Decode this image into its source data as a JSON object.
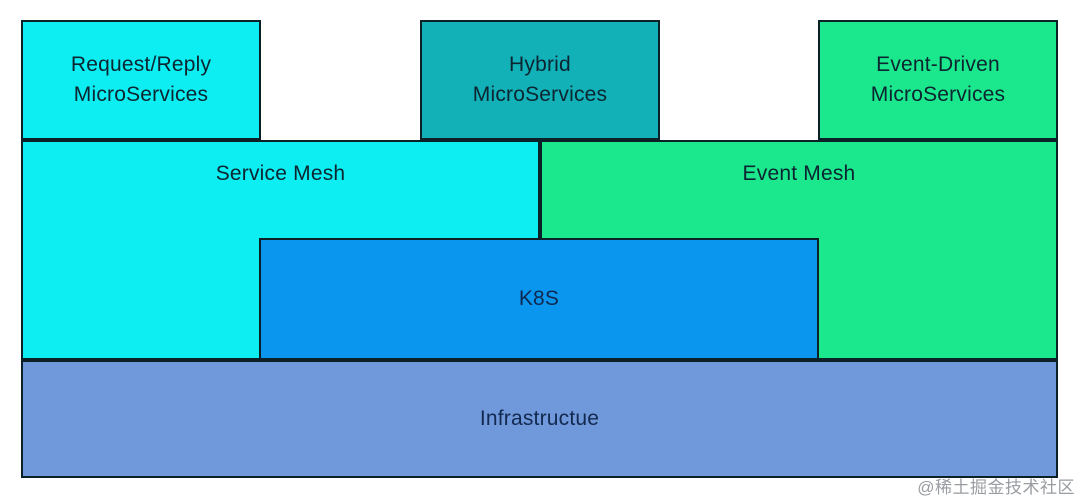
{
  "diagram": {
    "border_color": "#0c2028",
    "background_color": "#ffffff",
    "layers": {
      "microservices": [
        {
          "name": "request-reply-microservices",
          "label": "Request/Reply\nMicroServices",
          "color": "#0ceef2"
        },
        {
          "name": "hybrid-microservices",
          "label": "Hybrid\nMicroServices",
          "color": "#12b1b8"
        },
        {
          "name": "event-driven-microservices",
          "label": "Event-Driven\nMicroServices",
          "color": "#1be88d"
        }
      ],
      "mesh": [
        {
          "name": "service-mesh",
          "label": "Service Mesh",
          "color": "#0ceef2"
        },
        {
          "name": "event-mesh",
          "label": "Event Mesh",
          "color": "#1be88d"
        }
      ],
      "platform": {
        "name": "k8s",
        "label": "K8S",
        "color": "#0a96ef"
      },
      "infrastructure": {
        "name": "infrastructure",
        "label": "Infrastructue",
        "color": "#6f99da"
      }
    }
  },
  "watermark": {
    "label": "@稀土掘金技术社区",
    "color": "#999ca1"
  }
}
